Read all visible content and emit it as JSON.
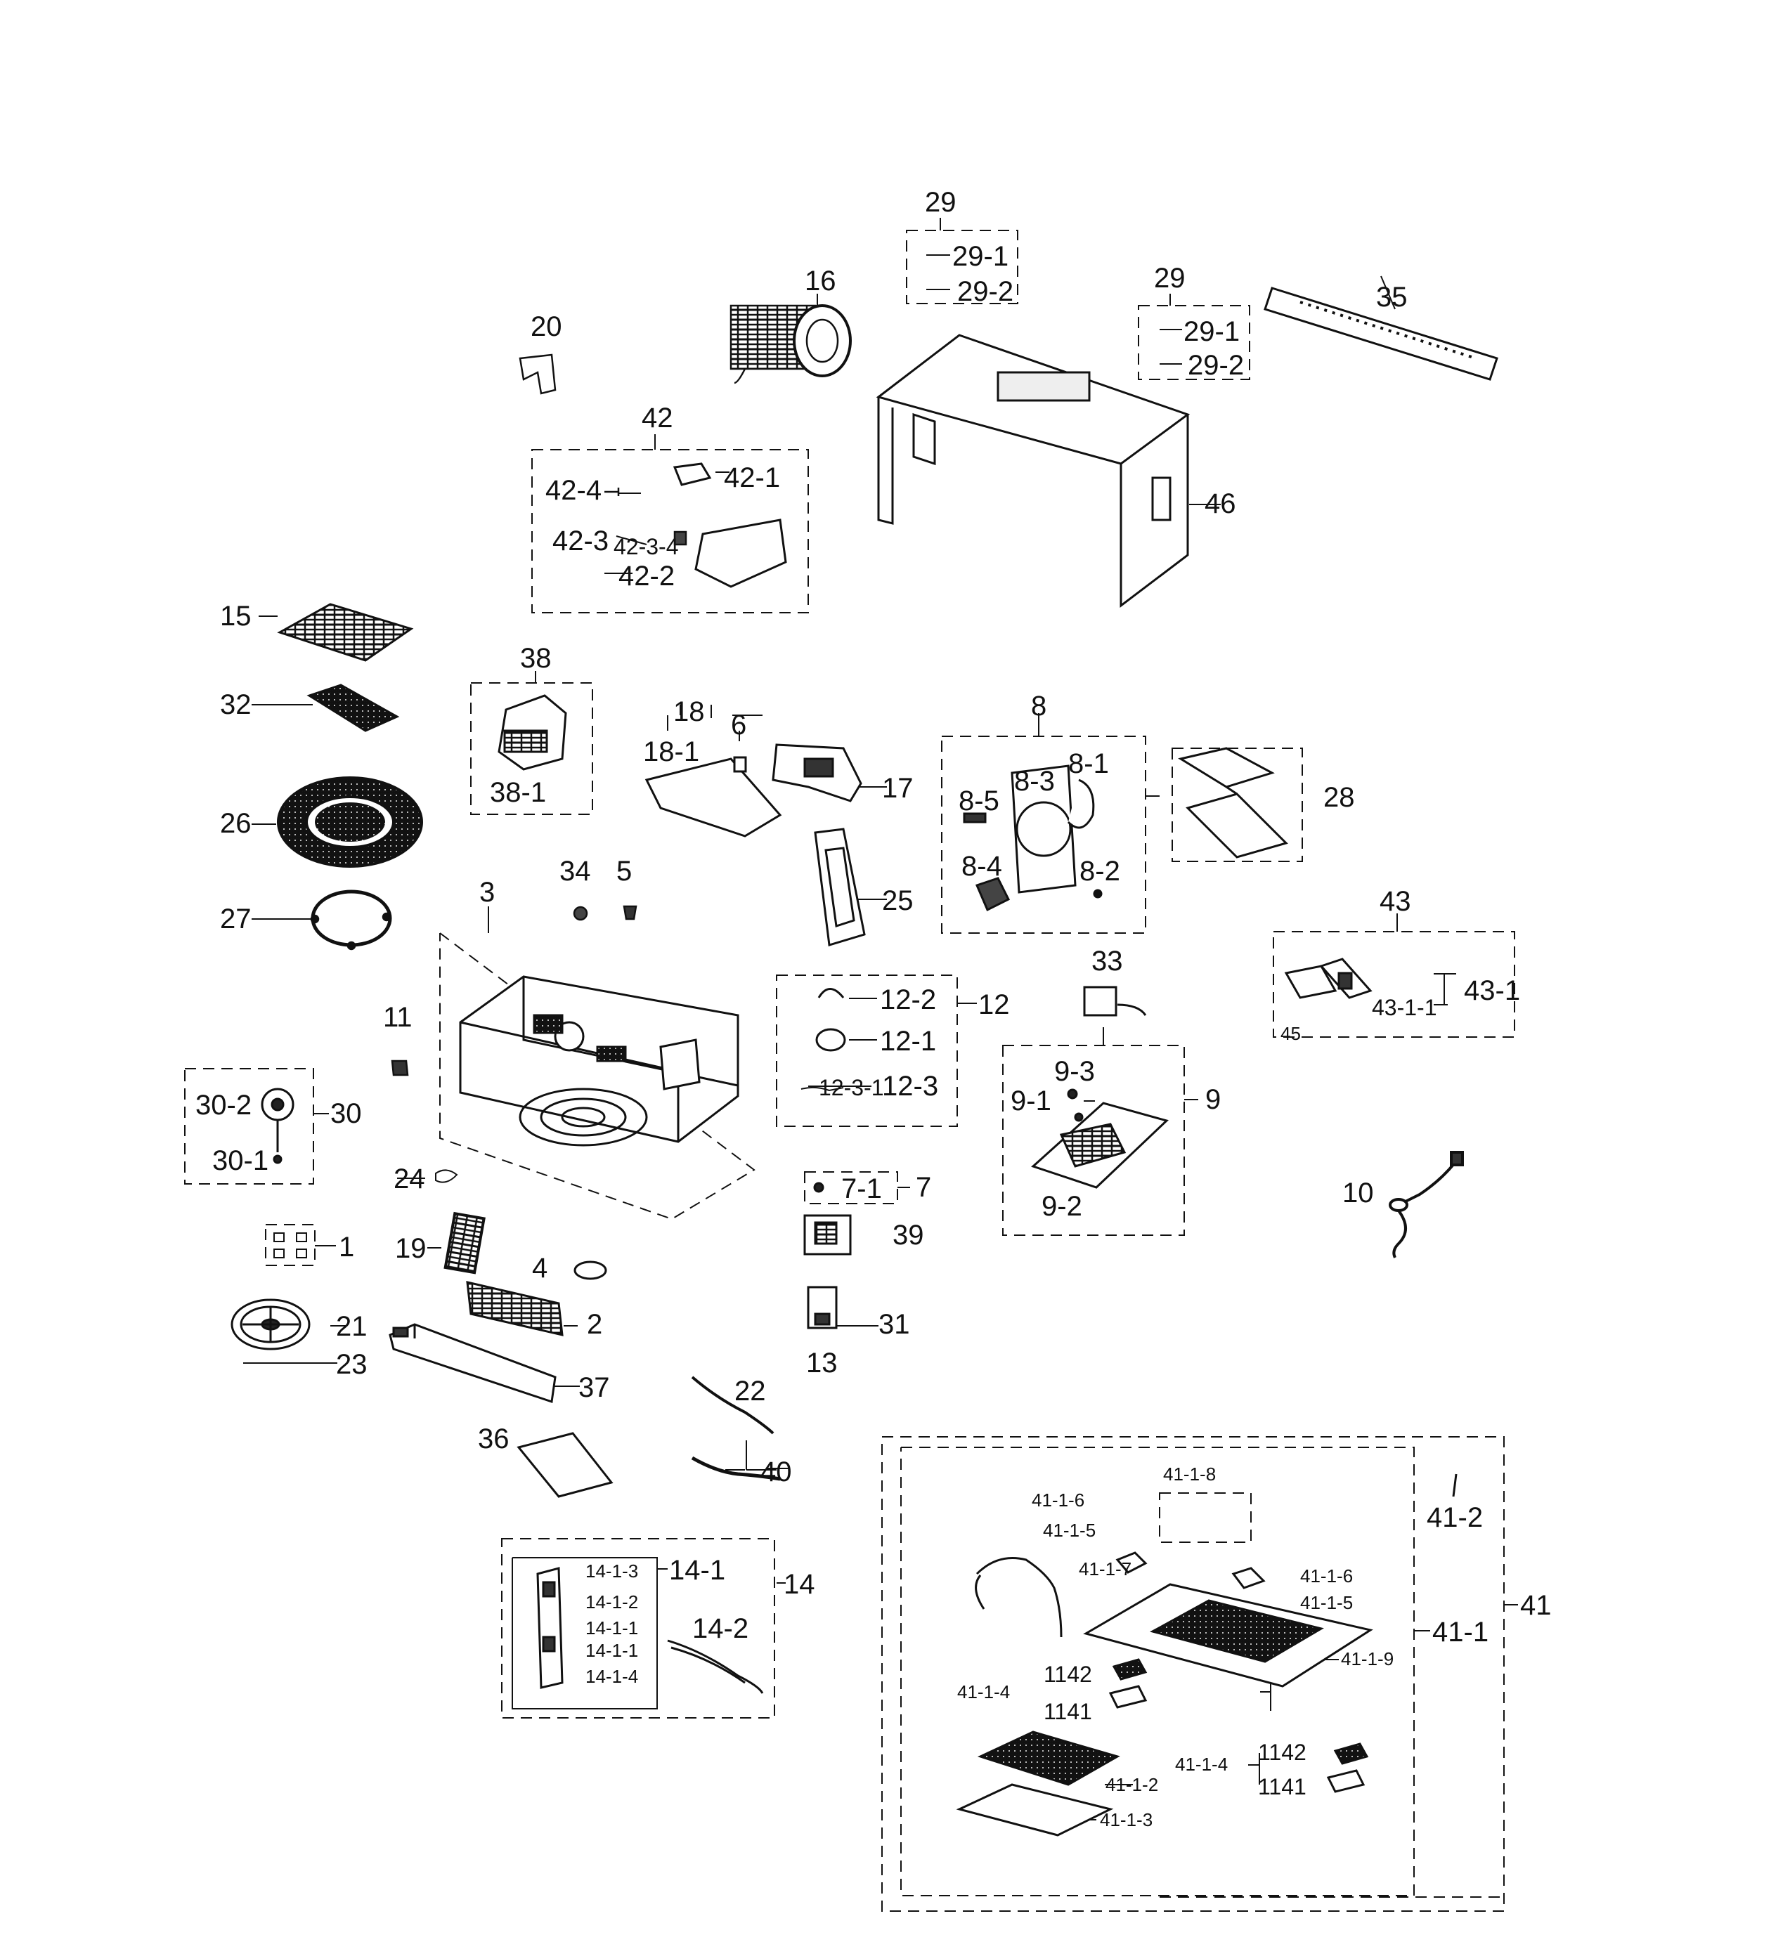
{
  "groups": {
    "g29a": {
      "callout": "29",
      "items": [
        "29-1",
        "29-2"
      ]
    },
    "g29b": {
      "callout": "29",
      "items": [
        "29-1",
        "29-2"
      ]
    },
    "g42": {
      "callout": "42",
      "items": [
        "42-1",
        "42-4",
        "42-3",
        "42-3-4",
        "42-2"
      ]
    },
    "g38": {
      "callout": "38",
      "items": [
        "38-1"
      ]
    },
    "g18": {
      "callout": "18",
      "items": [
        "18-1"
      ]
    },
    "g8": {
      "callout": "8",
      "items": [
        "8-1",
        "8-3",
        "8-5",
        "8-4",
        "8-2"
      ]
    },
    "g43": {
      "callout": "43",
      "items": [
        "43-1",
        "43-1-1"
      ]
    },
    "g12": {
      "callout": "12",
      "items": [
        "12-2",
        "12-1",
        "12-3",
        "12-3-1"
      ]
    },
    "g9": {
      "callout": "9",
      "items": [
        "9-3",
        "9-1",
        "9-2"
      ]
    },
    "g30": {
      "callout": "30",
      "items": [
        "30-2",
        "30-1"
      ]
    },
    "g7": {
      "callout": "7",
      "items": [
        "7-1"
      ]
    },
    "g14": {
      "callout": "14",
      "items": [
        "14-1",
        "14-1-3",
        "14-1-2",
        "14-1-1",
        "14-1-1",
        "14-1-4",
        "14-2"
      ]
    },
    "g41": {
      "callout": "41",
      "items": [
        "41-1",
        "41-2",
        "41-1-8",
        "41-1-6",
        "41-1-5",
        "41-1-7",
        "41-1-6",
        "41-1-5",
        "41-1-9",
        "41-1-4",
        "1142",
        "1141",
        "41-1-4",
        "1142",
        "1141",
        "41-1-2",
        "41-1-3"
      ]
    }
  },
  "parts": [
    "16",
    "20",
    "35",
    "46",
    "15",
    "32",
    "26",
    "27",
    "6",
    "17",
    "25",
    "28",
    "3",
    "34",
    "5",
    "45",
    "11",
    "33",
    "24",
    "10",
    "1",
    "19",
    "4",
    "39",
    "21",
    "23",
    "2",
    "37",
    "31",
    "13",
    "22",
    "36",
    "40"
  ]
}
